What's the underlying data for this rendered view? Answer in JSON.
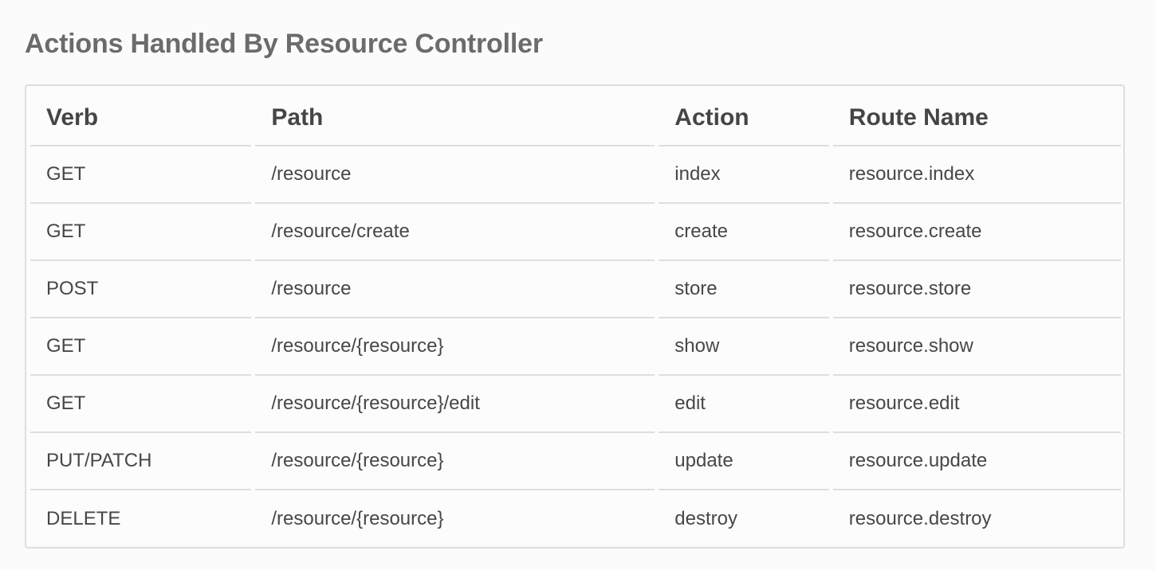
{
  "page": {
    "title": "Actions Handled By Resource Controller"
  },
  "table": {
    "headers": [
      "Verb",
      "Path",
      "Action",
      "Route Name"
    ],
    "rows": [
      [
        "GET",
        "/resource",
        "index",
        "resource.index"
      ],
      [
        "GET",
        "/resource/create",
        "create",
        "resource.create"
      ],
      [
        "POST",
        "/resource",
        "store",
        "resource.store"
      ],
      [
        "GET",
        "/resource/{resource}",
        "show",
        "resource.show"
      ],
      [
        "GET",
        "/resource/{resource}/edit",
        "edit",
        "resource.edit"
      ],
      [
        "PUT/PATCH",
        "/resource/{resource}",
        "update",
        "resource.update"
      ],
      [
        "DELETE",
        "/resource/{resource}",
        "destroy",
        "resource.destroy"
      ]
    ]
  }
}
